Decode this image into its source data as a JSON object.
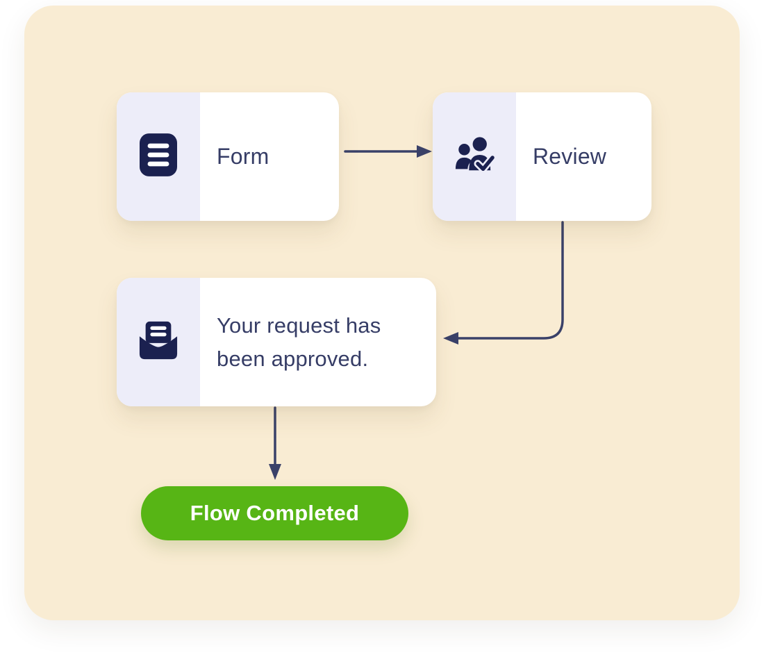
{
  "colors": {
    "page-bg": "#ffffff",
    "panel-bg": "#f9ecd3",
    "card-bg": "#ffffff",
    "icon-strip-bg": "#ededf9",
    "icon-navy": "#1b2150",
    "text-navy": "#363d66",
    "arrow-navy": "#3a4169",
    "green": "#57b515",
    "pill-text": "#ffffff"
  },
  "nodes": {
    "form": {
      "label": "Form",
      "icon": "document-lines-icon"
    },
    "review": {
      "label": "Review",
      "icon": "people-check-icon"
    },
    "message": {
      "label": "Your request has been approved.",
      "icon": "envelope-letter-icon"
    },
    "completed": {
      "label": "Flow Completed"
    }
  }
}
